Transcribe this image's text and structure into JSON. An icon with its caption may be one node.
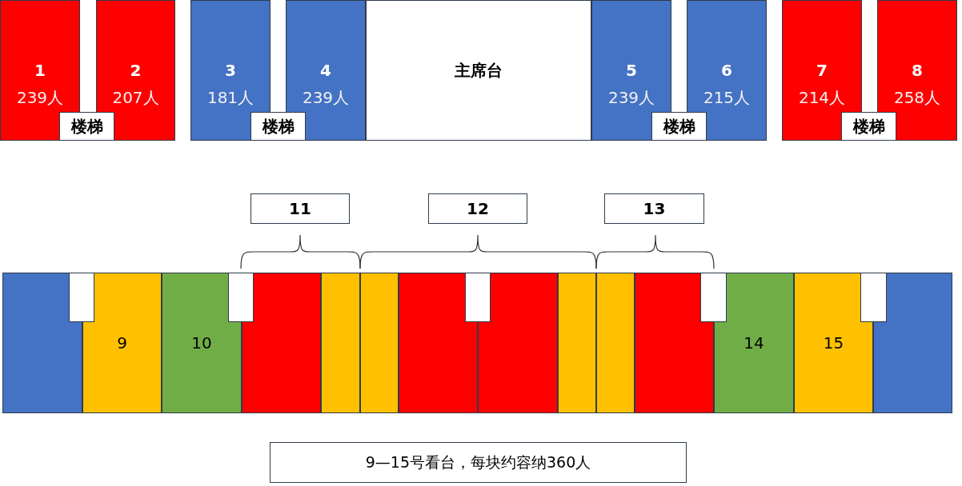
{
  "diagram": {
    "nodes": [
      {
        "text": [
          "1",
          "239人"
        ]
      },
      {
        "text": [
          "2",
          "207人"
        ]
      },
      {
        "text": [
          "楼梯"
        ]
      },
      {
        "text": [
          "3",
          "181人"
        ]
      },
      {
        "text": [
          "4",
          "239人"
        ]
      },
      {
        "text": [
          "楼梯"
        ]
      },
      {
        "text": [
          "主席台"
        ]
      },
      {
        "text": [
          "5",
          "239人"
        ]
      },
      {
        "text": [
          "6",
          "215人"
        ]
      },
      {
        "text": [
          "楼梯"
        ]
      },
      {
        "text": [
          "7",
          "214人"
        ]
      },
      {
        "text": [
          "8",
          "258人"
        ]
      },
      {
        "text": [
          "楼梯"
        ]
      },
      {
        "text": [
          "11"
        ]
      },
      {
        "text": [
          "12"
        ]
      },
      {
        "text": [
          "13"
        ]
      },
      {
        "text": [],
        "shape": "box"
      },
      {
        "text": [],
        "shape": "box"
      },
      {
        "text": [
          "9"
        ]
      },
      {
        "text": [
          "10"
        ]
      },
      {
        "text": [],
        "shape": "box"
      },
      {
        "text": [],
        "shape": "box"
      },
      {
        "text": [],
        "shape": "box"
      },
      {
        "text": [],
        "shape": "box"
      },
      {
        "text": [],
        "shape": "box"
      },
      {
        "text": [],
        "shape": "box"
      },
      {
        "text": [],
        "shape": "box"
      },
      {
        "text": [],
        "shape": "box"
      },
      {
        "text": [],
        "shape": "box"
      },
      {
        "text": [],
        "shape": "box"
      },
      {
        "text": [],
        "shape": "box"
      },
      {
        "text": [
          "14"
        ]
      },
      {
        "text": [
          "15"
        ]
      },
      {
        "text": [],
        "shape": "box"
      },
      {
        "text": [],
        "shape": "box"
      },
      {
        "text": [
          "9—15号看台，每块约容纳360人"
        ]
      }
    ]
  }
}
